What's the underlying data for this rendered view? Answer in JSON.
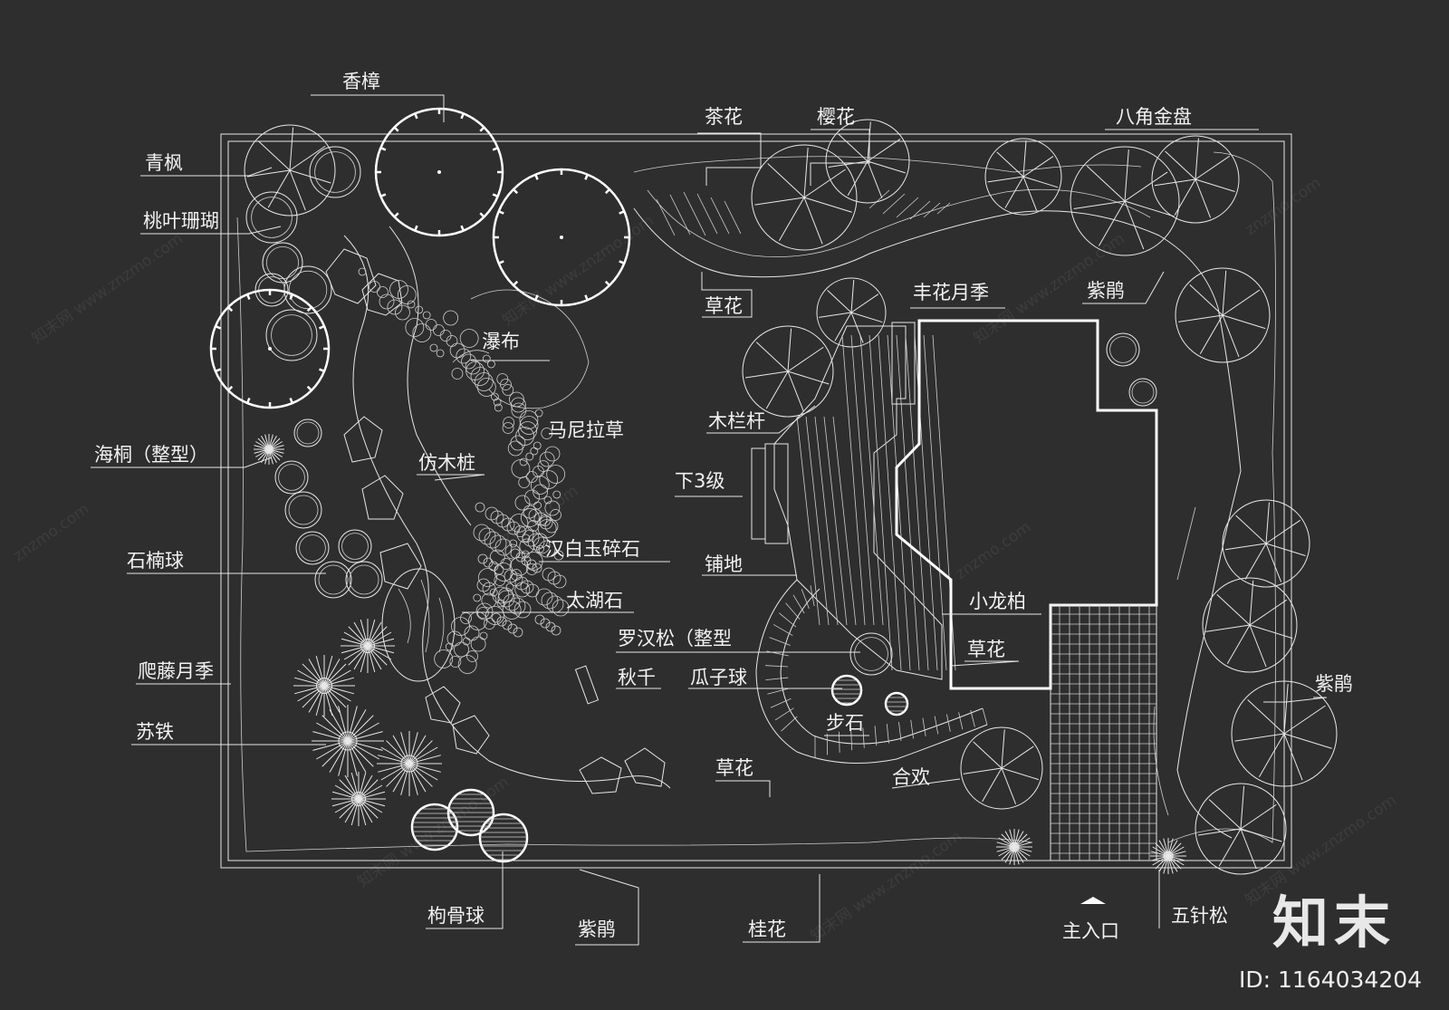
{
  "labels": {
    "xiangzhang": "香樟",
    "qingfeng": "青枫",
    "taoye": "桃叶珊瑚",
    "haitong": "海桐（整型）",
    "shinan": "石楠球",
    "pateng": "爬藤月季",
    "sutie": "苏铁",
    "chahua": "茶花",
    "yinghua": "樱花",
    "bajiao": "八角金盘",
    "caohua_top": "草花",
    "zijuan_top": "紫鹃",
    "fenghua": "丰花月季",
    "pubu": "瀑布",
    "manila": "马尼拉草",
    "mulan": "木栏杆",
    "xia3": "下3级",
    "fangmu": "仿木桩",
    "hanbai": "汉白玉碎石",
    "puhua": "铺地",
    "taihu": "太湖石",
    "xiaolong": "小龙柏",
    "luohan": "罗汉松（整型",
    "caohua_mid": "草花",
    "qiuqian": "秋千",
    "guazi": "瓜子球",
    "zijuan_right": "紫鹃",
    "bushi": "步石",
    "caohua_bot": "草花",
    "hehuan": "合欢",
    "gougu": "枸骨球",
    "zijuan_bot": "紫鹃",
    "guihua": "桂花",
    "entrance": "主入口",
    "wuzhen": "五针松"
  },
  "brand": {
    "logo_text": "知末",
    "image_id": "ID: 1164034204",
    "watermark": "znzmo.com",
    "watermark_cn": "知末网 www.znzmo.com"
  },
  "colors": {
    "background": "#2e2e2e",
    "line": "#e6e6e6",
    "building": "#ffffff"
  }
}
